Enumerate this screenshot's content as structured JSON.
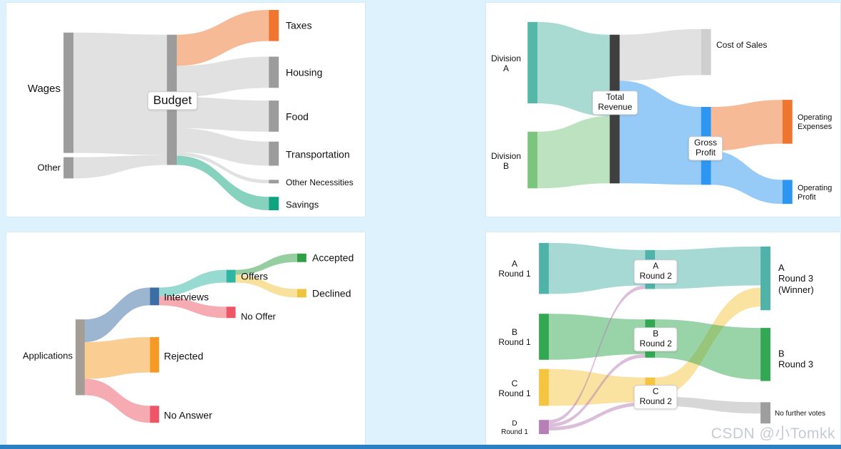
{
  "watermark": "CSDN @小Tomkk",
  "charts": {
    "budget": {
      "labels": {
        "wages": "Wages",
        "other": "Other",
        "budget": "Budget",
        "taxes": "Taxes",
        "housing": "Housing",
        "food": "Food",
        "transportation": "Transportation",
        "other_necessities": "Other Necessities",
        "savings": "Savings"
      }
    },
    "revenue": {
      "labels": {
        "division_a": "Division\nA",
        "division_b": "Division\nB",
        "total_revenue": "Total\nRevenue",
        "cost_of_sales": "Cost of Sales",
        "gross_profit": "Gross\nProfit",
        "operating_expenses": "Operating\nExpenses",
        "operating_profit": "Operating\nProfit"
      }
    },
    "applications": {
      "labels": {
        "applications": "Applications",
        "interviews": "Interviews",
        "rejected": "Rejected",
        "no_answer": "No Answer",
        "offers": "Offers",
        "no_offer": "No Offer",
        "accepted": "Accepted",
        "declined": "Declined"
      }
    },
    "voting": {
      "labels": {
        "a_round_1": "A\nRound 1",
        "b_round_1": "B\nRound 1",
        "c_round_1": "C\nRound 1",
        "d_round_1": "D\nRound 1",
        "a_round_2": "A\nRound 2",
        "b_round_2": "B\nRound 2",
        "c_round_2": "C\nRound 2",
        "a_round_3": "A\nRound 3\n(Winner)",
        "b_round_3": "B\nRound 3",
        "no_further": "No further votes"
      }
    }
  },
  "chart_data": [
    {
      "type": "sankey",
      "title": "Household budget sankey",
      "nodes": [
        {
          "name": "Wages",
          "color": "#9c9c9c"
        },
        {
          "name": "Other",
          "color": "#9c9c9c"
        },
        {
          "name": "Budget",
          "color": "#9c9c9c"
        },
        {
          "name": "Taxes",
          "color": "#f0752e"
        },
        {
          "name": "Housing",
          "color": "#9c9c9c"
        },
        {
          "name": "Food",
          "color": "#9c9c9c"
        },
        {
          "name": "Transportation",
          "color": "#9c9c9c"
        },
        {
          "name": "Other Necessities",
          "color": "#9c9c9c"
        },
        {
          "name": "Savings",
          "color": "#0fa37f"
        }
      ],
      "links": [
        {
          "source": "Wages",
          "target": "Budget",
          "value": 170,
          "color": "#c3c3c3"
        },
        {
          "source": "Other",
          "target": "Budget",
          "value": 30,
          "color": "#c3c3c3"
        },
        {
          "source": "Budget",
          "target": "Taxes",
          "value": 44,
          "color": "#f0752e"
        },
        {
          "source": "Budget",
          "target": "Housing",
          "value": 44,
          "color": "#c3c3c3"
        },
        {
          "source": "Budget",
          "target": "Food",
          "value": 44,
          "color": "#c3c3c3"
        },
        {
          "source": "Budget",
          "target": "Transportation",
          "value": 34,
          "color": "#c3c3c3"
        },
        {
          "source": "Budget",
          "target": "Other Necessities",
          "value": 5,
          "color": "#c3c3c3"
        },
        {
          "source": "Budget",
          "target": "Savings",
          "value": 19,
          "color": "#0fa37f"
        }
      ]
    },
    {
      "type": "sankey",
      "title": "Revenue breakdown sankey",
      "nodes": [
        {
          "name": "Division A",
          "color": "#55b7a8"
        },
        {
          "name": "Division B",
          "color": "#7cc57f"
        },
        {
          "name": "Total Revenue",
          "color": "#3f3f3f"
        },
        {
          "name": "Cost of Sales",
          "color": "#cfcfcf"
        },
        {
          "name": "Gross Profit",
          "color": "#2d96f0"
        },
        {
          "name": "Operating Expenses",
          "color": "#f0752e"
        },
        {
          "name": "Operating Profit",
          "color": "#2d96f0"
        }
      ],
      "links": [
        {
          "source": "Division A",
          "target": "Total Revenue",
          "value": 115,
          "color": "#55b7a8"
        },
        {
          "source": "Division B",
          "target": "Total Revenue",
          "value": 95,
          "color": "#7cc57f"
        },
        {
          "source": "Total Revenue",
          "target": "Cost of Sales",
          "value": 65,
          "color": "#c3c3c3"
        },
        {
          "source": "Total Revenue",
          "target": "Gross Profit",
          "value": 145,
          "color": "#2d96f0"
        },
        {
          "source": "Gross Profit",
          "target": "Operating Expenses",
          "value": 62,
          "color": "#f0752e"
        },
        {
          "source": "Gross Profit",
          "target": "Operating Profit",
          "value": 48,
          "color": "#2d96f0"
        }
      ]
    },
    {
      "type": "sankey",
      "title": "Job applications sankey",
      "nodes": [
        {
          "name": "Applications",
          "color": "#a39d96"
        },
        {
          "name": "Interviews",
          "color": "#3a6ea5"
        },
        {
          "name": "Rejected",
          "color": "#f59b25"
        },
        {
          "name": "No Answer",
          "color": "#ee5566"
        },
        {
          "name": "Offers",
          "color": "#2fb5a3"
        },
        {
          "name": "No Offer",
          "color": "#ee5566"
        },
        {
          "name": "Accepted",
          "color": "#2f9e44"
        },
        {
          "name": "Declined",
          "color": "#f0c33c"
        }
      ],
      "links": [
        {
          "source": "Applications",
          "target": "Interviews",
          "value": 32,
          "color": "#3a6ea5"
        },
        {
          "source": "Applications",
          "target": "Rejected",
          "value": 52,
          "color": "#f59b25"
        },
        {
          "source": "Applications",
          "target": "No Answer",
          "value": 24,
          "color": "#ee5566"
        },
        {
          "source": "Interviews",
          "target": "Offers",
          "value": 18,
          "color": "#2fb5a3"
        },
        {
          "source": "Interviews",
          "target": "No Offer",
          "value": 16,
          "color": "#ee5566"
        },
        {
          "source": "Offers",
          "target": "Accepted",
          "value": 8,
          "color": "#2f9e44"
        },
        {
          "source": "Offers",
          "target": "Declined",
          "value": 10,
          "color": "#f0c33c"
        }
      ]
    },
    {
      "type": "sankey",
      "title": "Voting rounds sankey",
      "nodes": [
        {
          "name": "A Round 1",
          "color": "#4fb3a9"
        },
        {
          "name": "B Round 1",
          "color": "#33a852"
        },
        {
          "name": "C Round 1",
          "color": "#f5c542"
        },
        {
          "name": "D Round 1",
          "color": "#b77fb5"
        },
        {
          "name": "A Round 2",
          "color": "#4fb3a9"
        },
        {
          "name": "B Round 2",
          "color": "#33a852"
        },
        {
          "name": "C Round 2",
          "color": "#f5c542"
        },
        {
          "name": "A Round 3 (Winner)",
          "color": "#4fb3a9"
        },
        {
          "name": "B Round 3",
          "color": "#33a852"
        },
        {
          "name": "No further votes",
          "color": "#9e9e9e"
        }
      ],
      "links": [
        {
          "source": "A Round 1",
          "target": "A Round 2",
          "value": 55,
          "color": "#4fb3a9"
        },
        {
          "source": "B Round 1",
          "target": "B Round 2",
          "value": 49,
          "color": "#33a852"
        },
        {
          "source": "C Round 1",
          "target": "C Round 2",
          "value": 35,
          "color": "#f5c542"
        },
        {
          "source": "D Round 1",
          "target": "A Round 2",
          "value": 5,
          "color": "#b77fb5"
        },
        {
          "source": "D Round 1",
          "target": "B Round 2",
          "value": 5,
          "color": "#b77fb5"
        },
        {
          "source": "D Round 1",
          "target": "C Round 2",
          "value": 5,
          "color": "#b77fb5"
        },
        {
          "source": "A Round 2",
          "target": "A Round 3 (Winner)",
          "value": 55,
          "color": "#4fb3a9"
        },
        {
          "source": "C Round 2",
          "target": "A Round 3 (Winner)",
          "value": 27,
          "color": "#f5c542"
        },
        {
          "source": "B Round 2",
          "target": "B Round 3",
          "value": 54,
          "color": "#33a852"
        },
        {
          "source": "C Round 2",
          "target": "No further votes",
          "value": 13,
          "color": "#b0b0b0"
        }
      ]
    }
  ]
}
